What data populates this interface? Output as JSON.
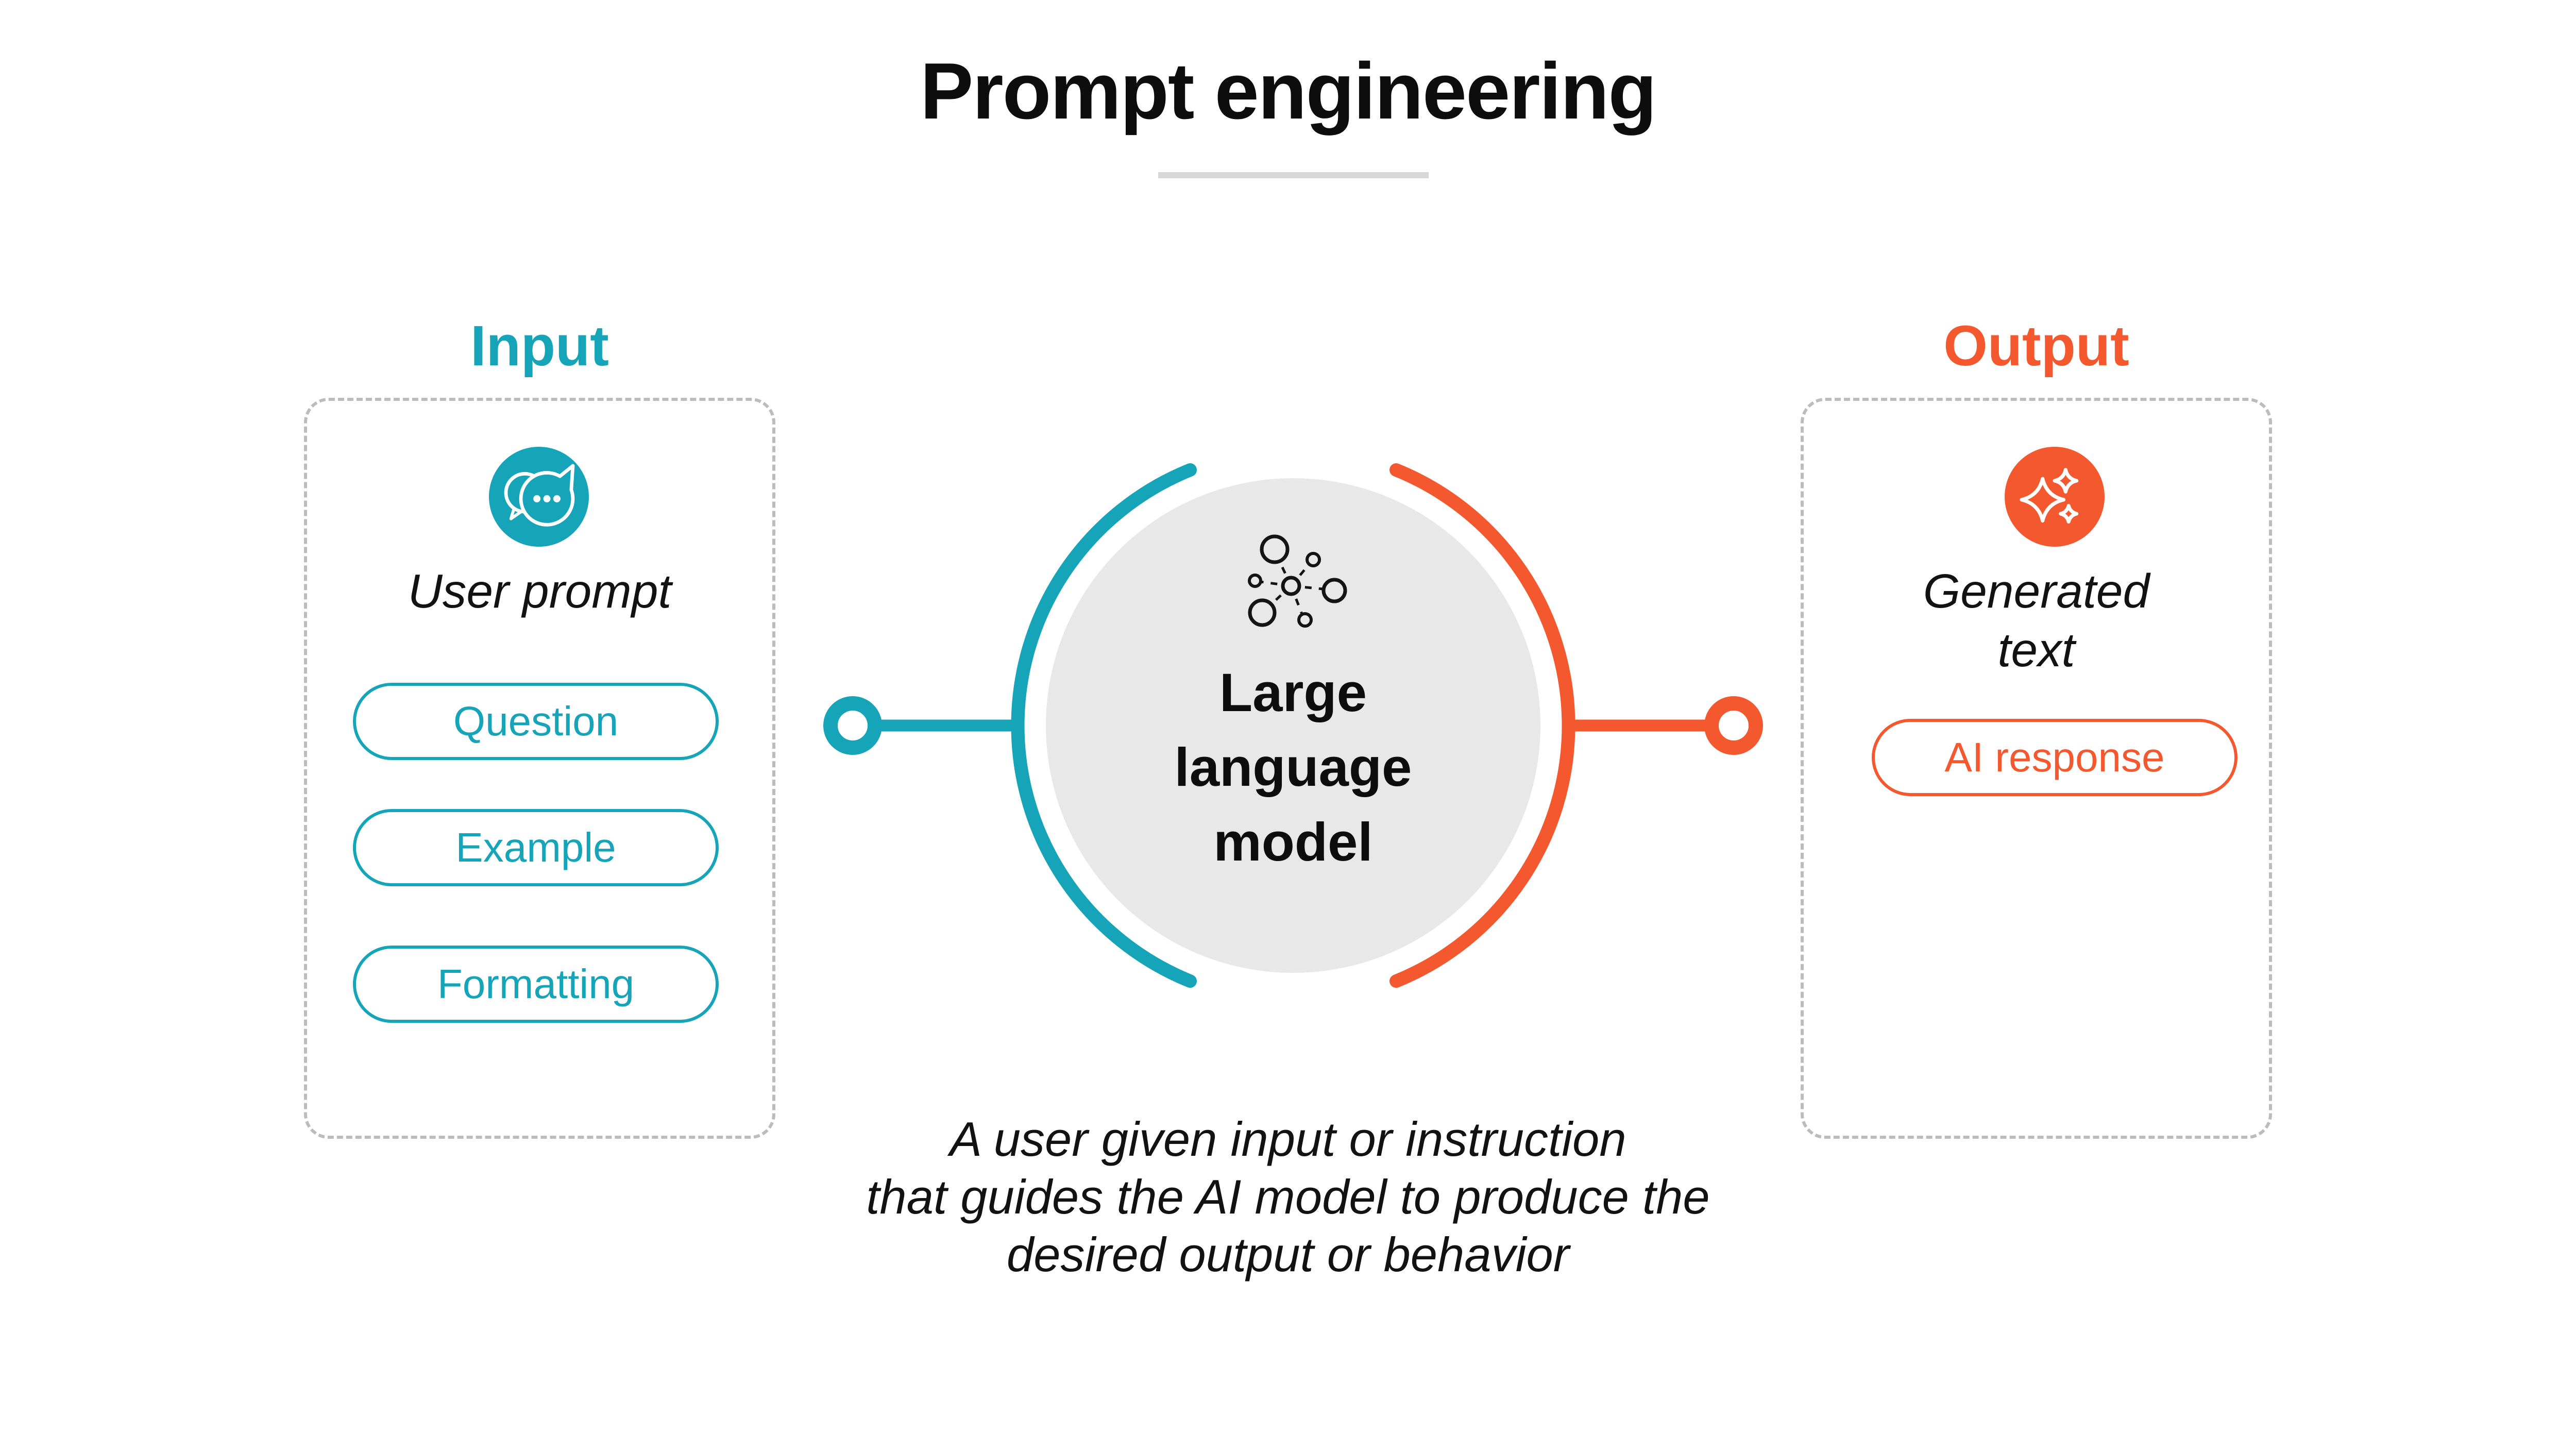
{
  "title": "Prompt engineering",
  "colors": {
    "teal": "#16a4b9",
    "orange": "#f4582e",
    "center_circle_fill": "#e8e8e8",
    "dashed_border": "#bcbcbc",
    "title_underline": "#d8d8d8",
    "text": "#0d0d0d"
  },
  "input": {
    "heading": "Input",
    "icon": "chat-bubbles-icon",
    "label": "User prompt",
    "pills": [
      {
        "label": "Question"
      },
      {
        "label": "Example"
      },
      {
        "label": "Formatting"
      }
    ]
  },
  "center": {
    "icon": "network-nodes-icon",
    "label": "Large language model",
    "lines": [
      "Large",
      "language",
      "model"
    ]
  },
  "output": {
    "heading": "Output",
    "icon": "sparkles-icon",
    "label": "Generated text",
    "label_lines": [
      "Generated",
      "text"
    ],
    "pill_label": "AI response"
  },
  "caption": {
    "text": "A user given input or instruction that guides the AI model to produce the desired output or behavior",
    "lines": [
      "A user given input or instruction",
      "that guides the AI model to produce the",
      "desired output or behavior"
    ]
  }
}
